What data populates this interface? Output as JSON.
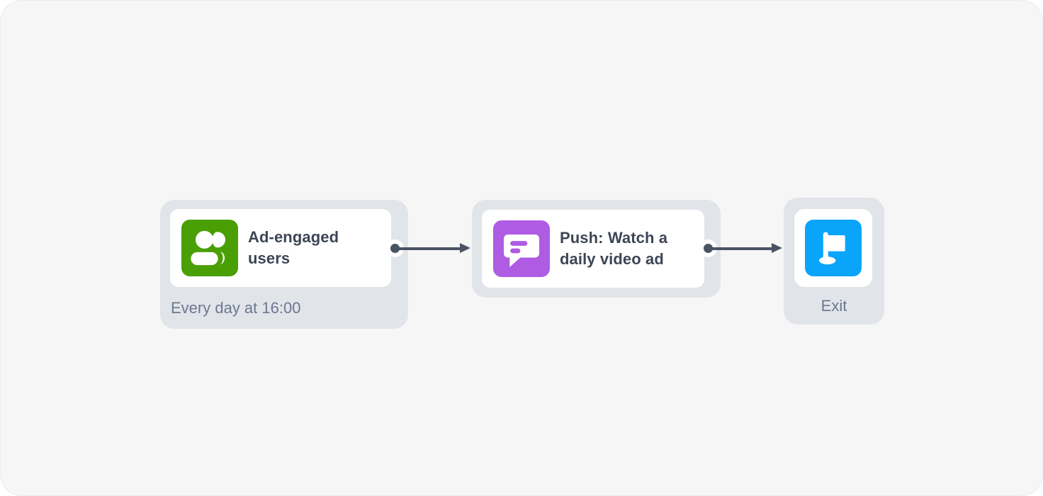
{
  "canvas": {
    "type": "journey-flow-canvas"
  },
  "nodes": [
    {
      "id": "trigger",
      "title": "Ad-engaged users",
      "subtitle": "Every day at 16:00",
      "icon": "users-icon",
      "icon_color": "#4A9F04"
    },
    {
      "id": "push-action",
      "title": "Push: Watch a daily video ad",
      "icon": "chat-bubble-icon",
      "icon_color": "#AF5CE3"
    },
    {
      "id": "exit",
      "label": "Exit",
      "icon": "flag-icon",
      "icon_color": "#0AA5FA"
    }
  ],
  "colors": {
    "canvas_bg": "#F6F6F7",
    "node_bg": "#E1E4E9",
    "card_bg": "#FFFFFF",
    "title_text": "#3D4655",
    "secondary_text": "#6B7890",
    "connector": "#4A5363",
    "trigger_icon_bg": "#4A9F04",
    "push_icon_bg": "#AF5CE3",
    "exit_icon_bg": "#0AA5FA"
  }
}
